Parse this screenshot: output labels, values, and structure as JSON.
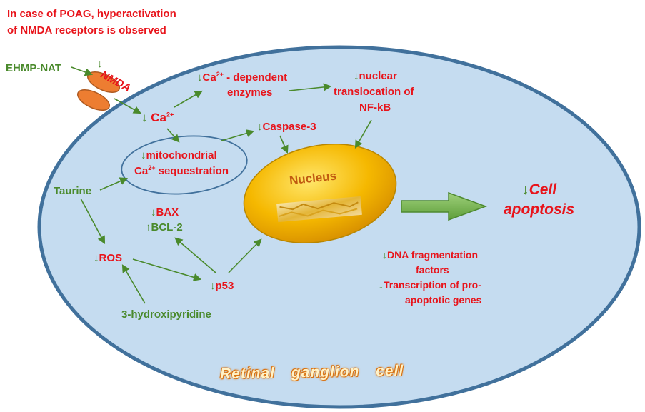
{
  "header": {
    "line1": "In case of POAG, hyperactivation",
    "line2": "of NMDA receptors is observed"
  },
  "colors": {
    "cell_fill": "#c5dcf0",
    "cell_border": "#41719c",
    "arrow": "#4a8a2c",
    "red_text": "#e8141b",
    "green_text": "#4a8a2c",
    "nucleus": "#f5b800",
    "receptor": "#ed7d31"
  },
  "nodes": {
    "ehmp_nat": "EHMP-NAT",
    "nmda": "NMDA",
    "ca": "Ca",
    "ca_sup": "2+",
    "ca_enzymes_line1_sup": "2+",
    "ca_enzymes_line1": " - dependent",
    "ca_enzymes_line2": "enzymes",
    "nfkb_line1": "nuclear",
    "nfkb_line2": "translocation of",
    "nfkb_line3": "NF-kB",
    "caspase": "Caspase-3",
    "mito_line1": "mitochondrial",
    "mito_line2_sup": "2+",
    "mito_line2": " sequestration",
    "taurine": "Taurine",
    "nucleus": "Nucleus",
    "bax": "BAX",
    "bcl2": "BCL-2",
    "ros": "ROS",
    "p53": "p53",
    "hydroxipyridine": "3-hydroxipyridine",
    "dna_line1": "DNA fragmentation",
    "dna_line2": "factors",
    "trans_line1": "Transcription of pro-",
    "trans_line2": "apoptotic genes",
    "apoptosis_line1": "Cell",
    "apoptosis_line2": "apoptosis",
    "cell_name": "Retinal ganglion cell"
  },
  "symbols": {
    "down": "↓",
    "up": "↑"
  }
}
